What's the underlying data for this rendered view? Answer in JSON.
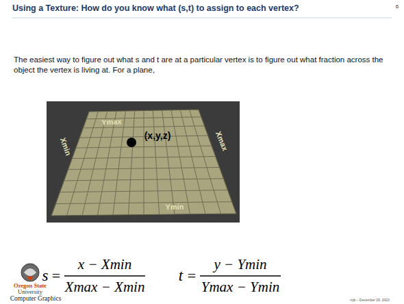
{
  "diagram": {
    "title": "Using a Texture: How do you know what (s,t) to assign to each vertex?",
    "labels": [
      "6",
      "The easiest way to figure out what s and t are at a particular vertex is to figure out what fraction across the object the vertex is living at.  For a plane,",
      "Ymax",
      "Xmax",
      "Xmin",
      "Ymin",
      "(x,y,z)",
      "s",
      "=",
      "x − Xmin",
      "Xmax − Xmin",
      "t",
      "=",
      "y − Ymin",
      "Ymax − Ymin",
      "Oregon State",
      "University",
      "Computer Graphics",
      "mjb – December 29, 2023"
    ]
  }
}
